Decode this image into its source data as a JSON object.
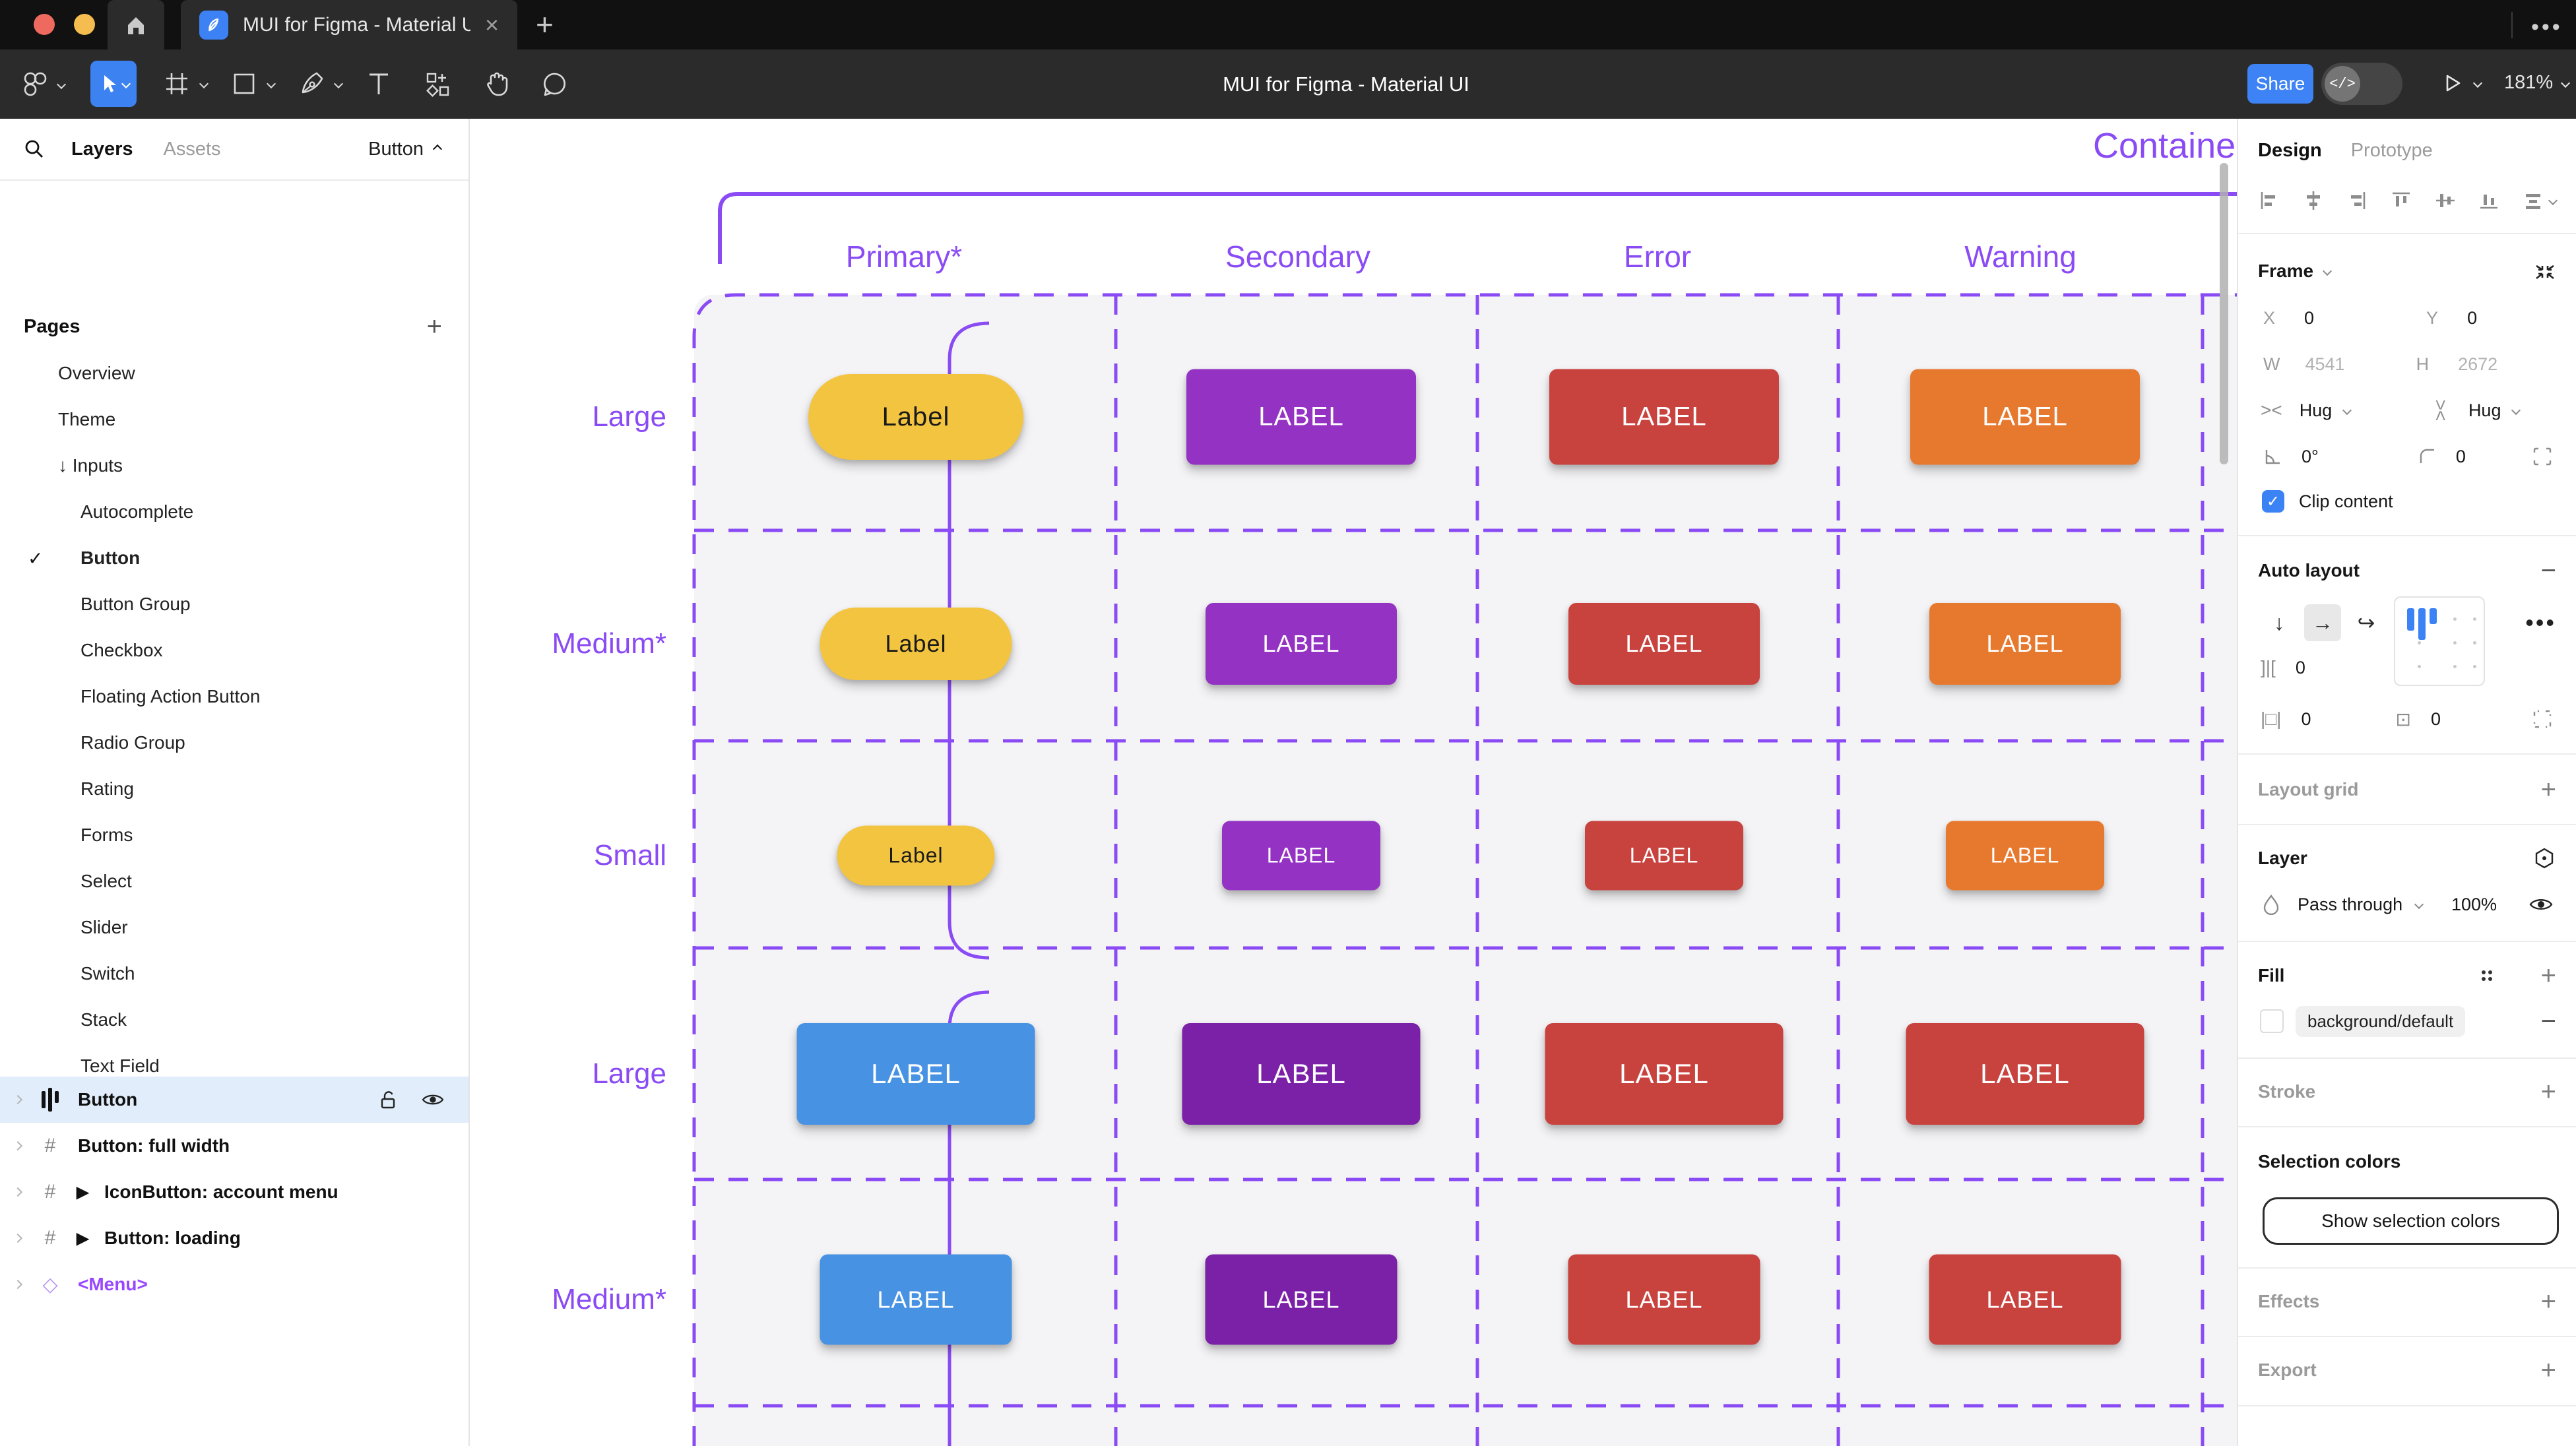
{
  "window": {
    "tab_title": "MUI for Figma - Material UI",
    "toolbar_title": "MUI for Figma - Material UI",
    "share_label": "Share",
    "zoom_level": "181%"
  },
  "sidebar": {
    "tabs": {
      "layers": "Layers",
      "assets": "Assets"
    },
    "picker_label": "Button",
    "pages_title": "Pages",
    "pages": [
      {
        "label": "Overview",
        "indent": 88
      },
      {
        "label": "Theme",
        "indent": 88
      },
      {
        "label": "Inputs",
        "indent": 88,
        "prefix": "arrow-down"
      },
      {
        "label": "Autocomplete",
        "indent": 122
      },
      {
        "label": "Button",
        "indent": 122,
        "check": true,
        "bold": true
      },
      {
        "label": "Button Group",
        "indent": 122
      },
      {
        "label": "Checkbox",
        "indent": 122
      },
      {
        "label": "Floating Action Button",
        "indent": 122
      },
      {
        "label": "Radio Group",
        "indent": 122
      },
      {
        "label": "Rating",
        "indent": 122
      },
      {
        "label": "Forms",
        "indent": 122
      },
      {
        "label": "Select",
        "indent": 122
      },
      {
        "label": "Slider",
        "indent": 122
      },
      {
        "label": "Switch",
        "indent": 122
      },
      {
        "label": "Stack",
        "indent": 122
      },
      {
        "label": "Text Field",
        "indent": 122
      }
    ],
    "layers": [
      {
        "label": "Button",
        "icon": "auto-layout",
        "selected": true
      },
      {
        "label": "Button: full width",
        "icon": "frame"
      },
      {
        "label": "IconButton: account menu",
        "icon": "frame",
        "marker": true
      },
      {
        "label": "Button: loading",
        "icon": "frame",
        "marker": true
      },
      {
        "label": "<Menu>",
        "icon": "diamond",
        "purple": true
      }
    ]
  },
  "inspector": {
    "tabs": {
      "design": "Design",
      "prototype": "Prototype"
    },
    "frame": {
      "title": "Frame",
      "x_label": "X",
      "x": "0",
      "y_label": "Y",
      "y": "0",
      "w_label": "W",
      "w": "4541",
      "h_label": "H",
      "h": "2672",
      "hug_h": "Hug",
      "hug_v": "Hug",
      "rotation": "0°",
      "corner_radius": "0",
      "clip_label": "Clip content"
    },
    "auto_layout": {
      "title": "Auto layout",
      "gap": "0",
      "padding_h": "0",
      "padding_v": "0"
    },
    "layout_grid_title": "Layout grid",
    "layer": {
      "title": "Layer",
      "blend_mode": "Pass through",
      "opacity": "100%"
    },
    "fill": {
      "title": "Fill",
      "value": "background/default"
    },
    "stroke_title": "Stroke",
    "selection_colors": {
      "title": "Selection colors",
      "button_label": "Show selection colors"
    },
    "effects_title": "Effects",
    "export_title": "Export"
  },
  "canvas": {
    "title": "Contained",
    "columns": [
      "Primary*",
      "Secondary",
      "Error",
      "Warning"
    ],
    "rows": [
      {
        "label": "Large",
        "size": 0,
        "buttons": [
          {
            "text": "Label",
            "bg": "#f3c43f",
            "fg": "#1a1a1a",
            "pill": true
          },
          {
            "text": "LABEL",
            "bg": "#9432c4",
            "fg": "#ffffff"
          },
          {
            "text": "LABEL",
            "bg": "#c8423e",
            "fg": "#ffffff"
          },
          {
            "text": "LABEL",
            "bg": "#e7792f",
            "fg": "#ffffff"
          }
        ]
      },
      {
        "label": "Medium*",
        "size": 1,
        "buttons": [
          {
            "text": "Label",
            "bg": "#f3c43f",
            "fg": "#1a1a1a",
            "pill": true
          },
          {
            "text": "LABEL",
            "bg": "#9432c4",
            "fg": "#ffffff"
          },
          {
            "text": "LABEL",
            "bg": "#c8423e",
            "fg": "#ffffff"
          },
          {
            "text": "LABEL",
            "bg": "#e7792f",
            "fg": "#ffffff"
          }
        ]
      },
      {
        "label": "Small",
        "size": 2,
        "buttons": [
          {
            "text": "Label",
            "bg": "#f3c43f",
            "fg": "#1a1a1a",
            "pill": true
          },
          {
            "text": "LABEL",
            "bg": "#9432c4",
            "fg": "#ffffff"
          },
          {
            "text": "LABEL",
            "bg": "#c8423e",
            "fg": "#ffffff"
          },
          {
            "text": "LABEL",
            "bg": "#e7792f",
            "fg": "#ffffff"
          }
        ]
      },
      {
        "label": "Large",
        "size": 3,
        "buttons": [
          {
            "text": "LABEL",
            "bg": "#4792e3",
            "fg": "#ffffff"
          },
          {
            "text": "LABEL",
            "bg": "#7b21a8",
            "fg": "#ffffff"
          },
          {
            "text": "LABEL",
            "bg": "#c8423e",
            "fg": "#ffffff"
          },
          {
            "text": "LABEL",
            "bg": "#c8423e",
            "fg": "#ffffff"
          }
        ]
      },
      {
        "label": "Medium*",
        "size": 4,
        "buttons": [
          {
            "text": "LABEL",
            "bg": "#4792e3",
            "fg": "#ffffff"
          },
          {
            "text": "LABEL",
            "bg": "#7b21a8",
            "fg": "#ffffff"
          },
          {
            "text": "LABEL",
            "bg": "#c8423e",
            "fg": "#ffffff"
          },
          {
            "text": "LABEL",
            "bg": "#c8423e",
            "fg": "#ffffff"
          }
        ]
      }
    ]
  },
  "colors": {
    "accent_purple": "#8a4bf5",
    "figma_blue": "#3c83f1",
    "selection_row": "#e1edfb",
    "variant_fill": "#f4f4f6"
  }
}
